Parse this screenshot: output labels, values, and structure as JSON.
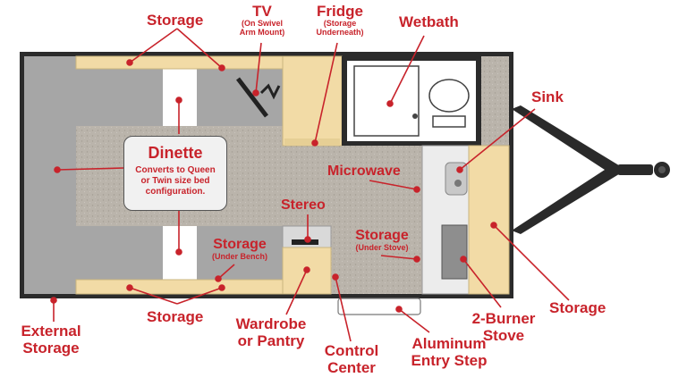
{
  "labels": {
    "storage_top": "Storage",
    "tv_title": "TV",
    "tv_sub": "(On Swivel Arm Mount)",
    "fridge_title": "Fridge",
    "fridge_sub": "(Storage Underneath)",
    "wetbath": "Wetbath",
    "sink": "Sink",
    "dinette_title": "Dinette",
    "dinette_desc": "Converts to Queen or Twin size bed configuration.",
    "microwave": "Microwave",
    "stereo": "Stereo",
    "storage_bench_title": "Storage",
    "storage_bench_sub": "(Under Bench)",
    "storage_stove_title": "Storage",
    "storage_stove_sub": "(Under Stove)",
    "external_storage_1": "External",
    "external_storage_2": "Storage",
    "storage_bottom": "Storage",
    "wardrobe_1": "Wardrobe",
    "wardrobe_2": "or Pantry",
    "control_1": "Control",
    "control_2": "Center",
    "entry_1": "Aluminum",
    "entry_2": "Entry Step",
    "stove_1": "2-Burner",
    "stove_2": "Stove",
    "storage_right": "Storage"
  },
  "colors": {
    "label_red": "#c8232b",
    "wall": "#2b2b2b",
    "floor": "#b9b3aa",
    "wood": "#f2dba6",
    "cushion": "#a6a6a6",
    "bed_white": "#ffffff"
  }
}
